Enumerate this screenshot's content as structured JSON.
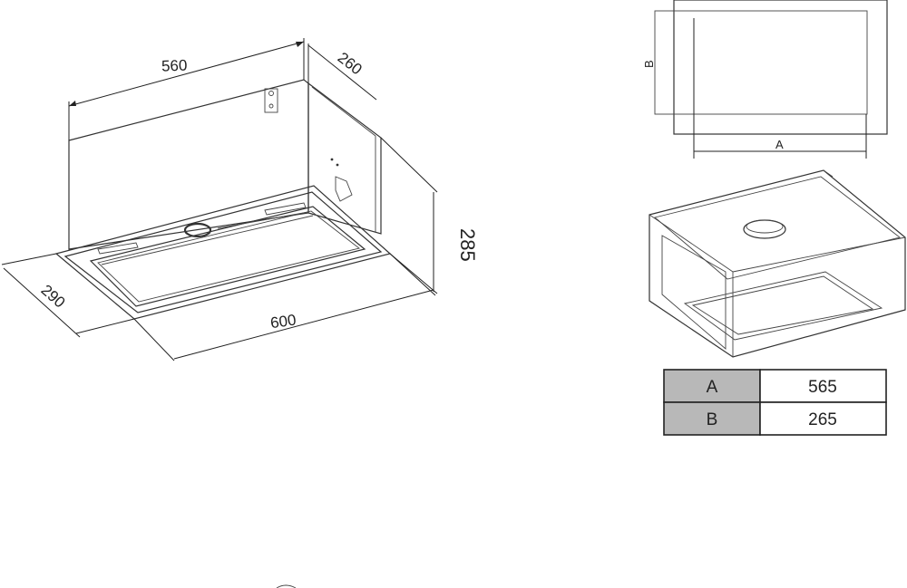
{
  "dimensions": {
    "width_top": "560",
    "depth_top": "260",
    "height": "285",
    "depth_bottom": "290",
    "width_bottom": "600"
  },
  "cutout": {
    "label_a": "A",
    "label_b": "B"
  },
  "table": {
    "rows": [
      {
        "label": "A",
        "value": "565"
      },
      {
        "label": "B",
        "value": "265"
      }
    ]
  }
}
